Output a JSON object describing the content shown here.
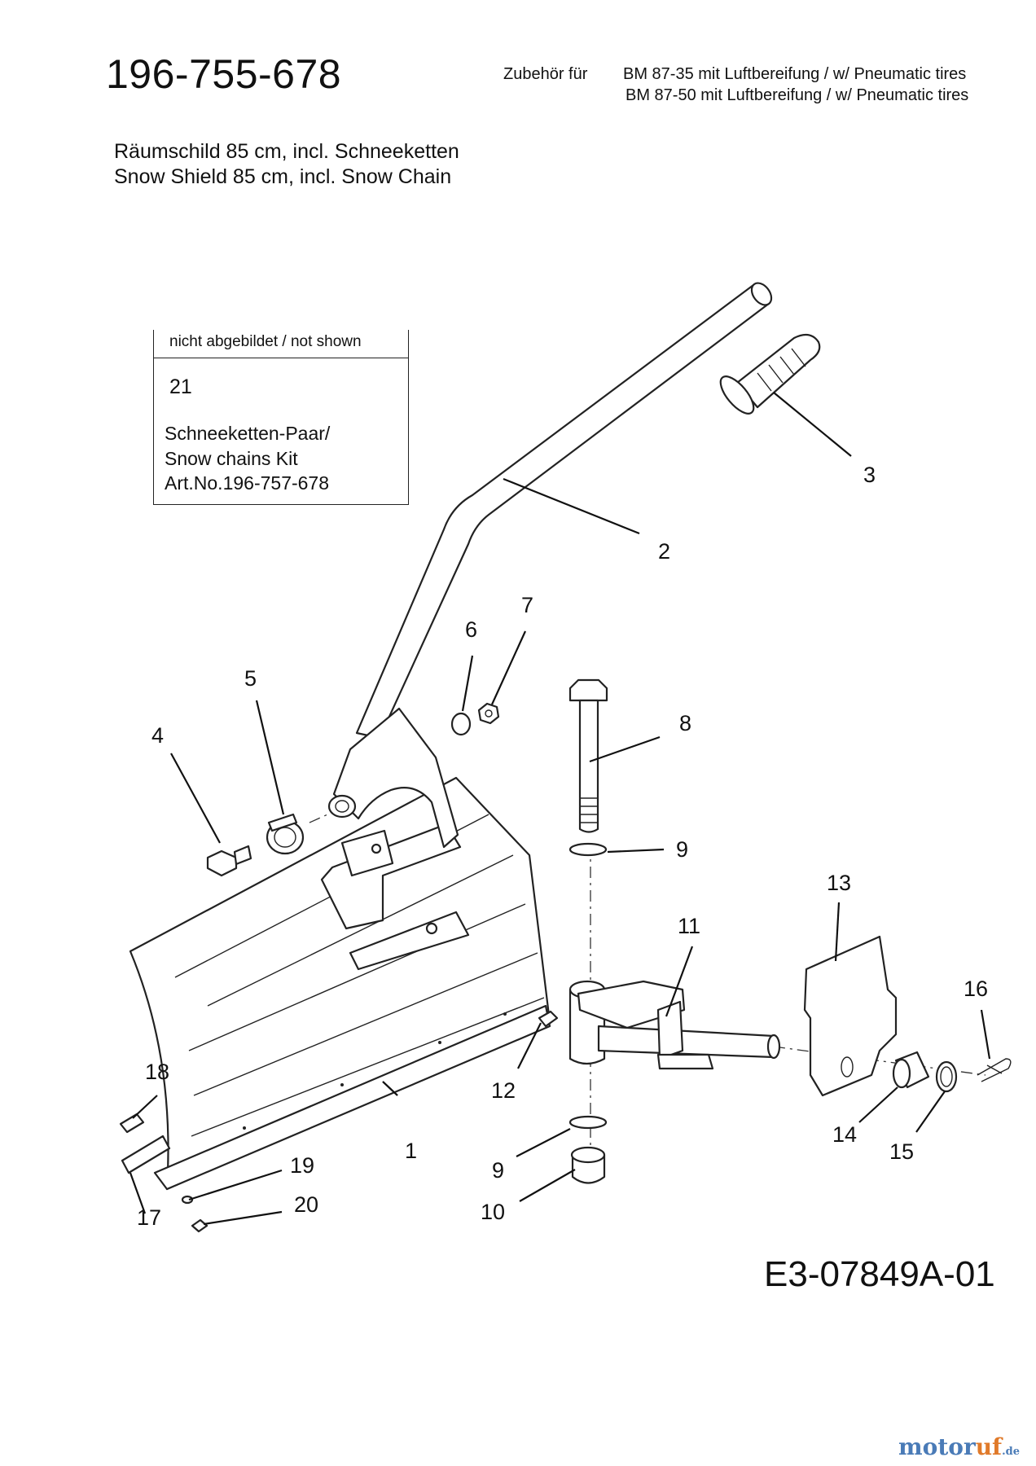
{
  "header": {
    "part_number": "196-755-678",
    "accessory_label": "Zubehör für",
    "models": [
      "BM 87-35  mit Luftbereifung / w/ Pneumatic tires",
      "BM 87-50 mit Luftbereifung / w/ Pneumatic tires"
    ],
    "title_de": "Räumschild 85 cm, incl. Schneeketten",
    "title_en": "Snow Shield 85 cm, incl. Snow Chain"
  },
  "not_shown": {
    "header": "nicht abgebildet / not shown",
    "number": "21",
    "description": [
      "Schneeketten-Paar/",
      "Snow chains Kit",
      "Art.No.196-757-678"
    ]
  },
  "callouts": {
    "c1": "1",
    "c2": "2",
    "c3": "3",
    "c4": "4",
    "c5": "5",
    "c6": "6",
    "c7": "7",
    "c8": "8",
    "c9a": "9",
    "c9b": "9",
    "c10": "10",
    "c11": "11",
    "c12": "12",
    "c13": "13",
    "c14": "14",
    "c15": "15",
    "c16": "16",
    "c17": "17",
    "c18": "18",
    "c19": "19",
    "c20": "20"
  },
  "footer": {
    "drawing_code": "E3-07849A-01",
    "watermark_a": "motor",
    "watermark_b": "uf",
    "watermark_c": ".de"
  }
}
